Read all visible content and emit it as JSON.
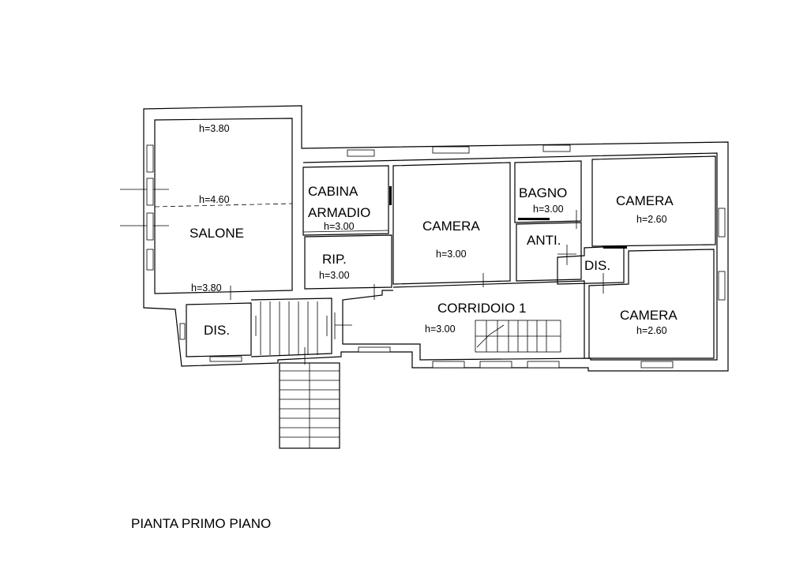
{
  "plan_title": "PIANTA PRIMO PIANO",
  "rooms": {
    "salone": {
      "name": "SALONE",
      "heights": [
        "h=3.80",
        "h=4.60",
        "h=3.80"
      ]
    },
    "dis_left": {
      "name": "DIS."
    },
    "cabina": {
      "name_line1": "CABINA",
      "name_line2": "ARMADIO",
      "height": "h=3.00"
    },
    "rip": {
      "name": "RIP.",
      "height": "h=3.00"
    },
    "camera_mid": {
      "name": "CAMERA",
      "height": "h=3.00"
    },
    "bagno": {
      "name": "BAGNO",
      "height": "h=3.00"
    },
    "anti": {
      "name": "ANTI."
    },
    "dis_right": {
      "name": "DIS."
    },
    "camera_top": {
      "name": "CAMERA",
      "height": "h=2.60"
    },
    "camera_bottom": {
      "name": "CAMERA",
      "height": "h=2.60"
    },
    "corridoio": {
      "name": "CORRIDOIO 1",
      "height": "h=3.00"
    }
  }
}
